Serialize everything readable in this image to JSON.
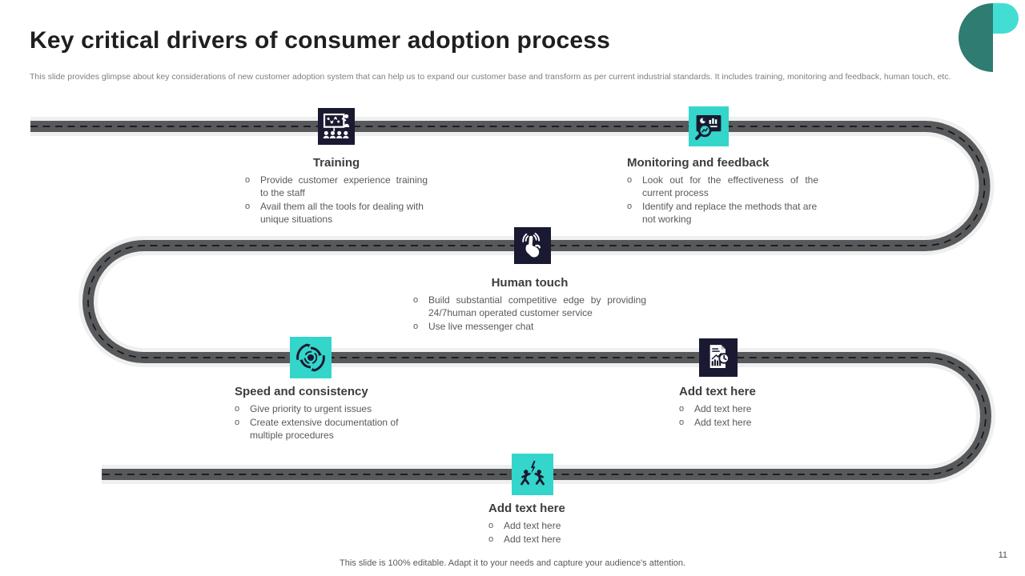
{
  "slide": {
    "title": "Key critical drivers of consumer adoption process",
    "description": "This slide provides glimpse about key considerations of new customer adoption system that can help us to  expand our customer base and transform as per current industrial standards. It includes training, monitoring and feedback, human touch, etc.",
    "footer": "This slide is 100% editable.  Adapt it to your needs and capture your audience's attention.",
    "page_number": "11",
    "bullet_marker": "o"
  },
  "colors": {
    "accent_teal": "#34d5ca",
    "accent_navy": "#191931",
    "road_gray": "#58595b",
    "road_dash": "#15151f",
    "logo_dark_teal": "#2e7c72",
    "logo_light_teal": "#42ded4",
    "heading_gray": "#3d3d3d",
    "body_gray": "#595959"
  },
  "milestones": [
    {
      "title": "Training",
      "icon": "training-presentation-icon",
      "bullets": [
        "Provide customer experience training to the staff",
        "Avail them all the tools for dealing with unique situations"
      ]
    },
    {
      "title": "Monitoring and feedback",
      "icon": "monitoring-analysis-icon",
      "bullets": [
        "Look out for the effectiveness of the current process",
        "Identify and replace the methods that are not working"
      ]
    },
    {
      "title": "Human touch",
      "icon": "touch-gesture-icon",
      "bullets": [
        "Build substantial competitive edge by providing 24/7human operated customer service",
        "Use live messenger chat"
      ]
    },
    {
      "title": "Speed and consistency",
      "icon": "cycle-arrows-icon",
      "bullets": [
        "Give priority to urgent issues",
        "Create extensive documentation of multiple procedures"
      ]
    },
    {
      "title": "Add text here",
      "icon": "report-analytics-icon",
      "bullets": [
        "Add text here",
        "Add text here"
      ]
    },
    {
      "title": "Add text here",
      "icon": "running-competition-icon",
      "bullets": [
        "Add text here",
        "Add text here"
      ]
    }
  ]
}
